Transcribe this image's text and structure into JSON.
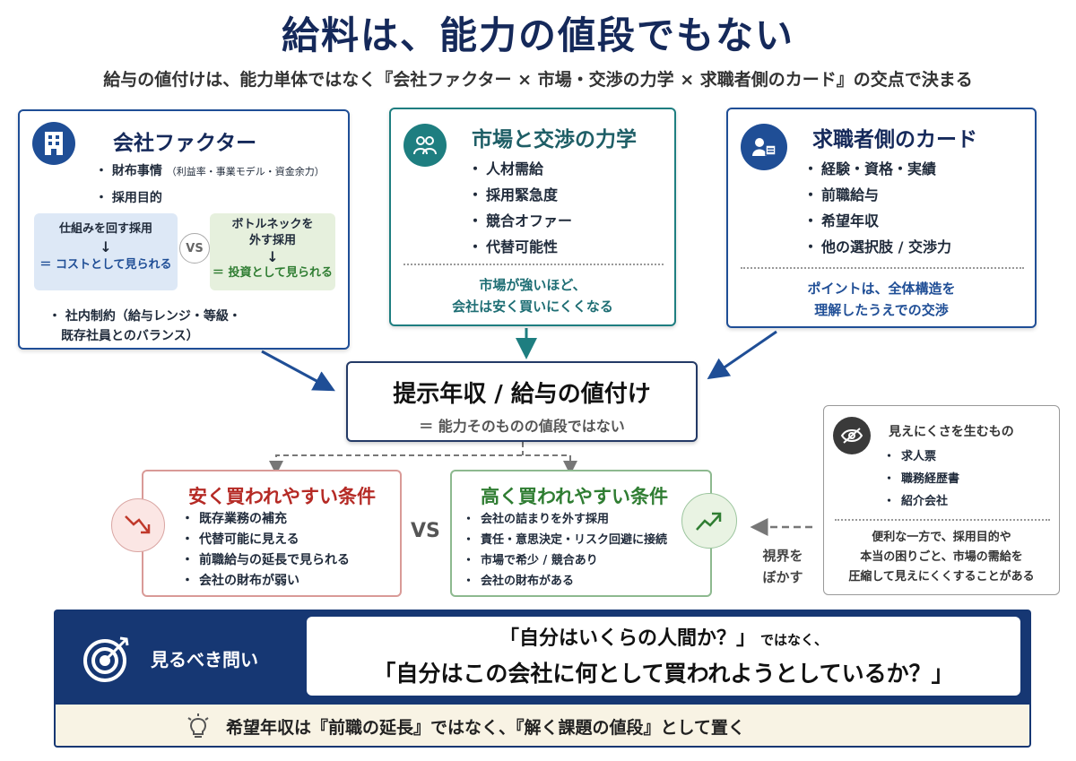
{
  "title": "給料は、能力の値段でもない",
  "subtitle": "給与の値付けは、能力単体ではなく『会社ファクター × 市場・交渉の力学 × 求職者側のカード』の交点で決まる",
  "company": {
    "heading": "会社ファクター",
    "item1": "財布事情",
    "item1_note": "（利益率・事業モデル・資金余力）",
    "item2": "採用目的",
    "left_box_title": "仕組みを回す採用",
    "left_box_result": "＝ コストとして見られる",
    "vs": "VS",
    "right_box_title_1": "ボトルネックを",
    "right_box_title_2": "外す採用",
    "right_box_result": "＝ 投資として見られる",
    "arrow": "↓",
    "constraint_1": "・ 社内制約（給与レンジ・等級・",
    "constraint_2": "既存社員とのバランス）"
  },
  "market": {
    "heading": "市場と交渉の力学",
    "items": [
      "人材需給",
      "採用緊急度",
      "競合オファー",
      "代替可能性"
    ],
    "note_1": "市場が強いほど、",
    "note_2": "会社は安く買いにくくなる"
  },
  "seeker": {
    "heading": "求職者側のカード",
    "items": [
      "経験・資格・実績",
      "前職給与",
      "希望年収",
      "他の選択肢 / 交渉力"
    ],
    "note_1": "ポイントは、全体構造を",
    "note_2": "理解したうえでの交渉"
  },
  "center": {
    "title": "提示年収 / 給与の値付け",
    "sub": "＝ 能力そのものの値段ではない"
  },
  "cheap": {
    "heading": "安く買われやすい条件",
    "items": [
      "既存業務の補充",
      "代替可能に見える",
      "前職給与の延長で見られる",
      "会社の財布が弱い"
    ]
  },
  "vs_mid": "VS",
  "expensive": {
    "heading": "高く買われやすい条件",
    "items": [
      "会社の詰まりを外す採用",
      "責任・意思決定・リスク回避に接続",
      "市場で希少 / 競合あり",
      "会社の財布がある"
    ]
  },
  "blur": {
    "label_1": "視界を",
    "label_2": "ぼかす"
  },
  "hidden": {
    "heading": "見えにくさを生むもの",
    "items": [
      "求人票",
      "職務経歴書",
      "紹介会社"
    ],
    "note_1": "便利な一方で、採用目的や",
    "note_2": "本当の困りごと、市場の需給を",
    "note_3": "圧縮して見えにくくすることがある"
  },
  "question": {
    "label": "見るべき問い",
    "line1_main": "「自分はいくらの人間か？」",
    "line1_tail": "ではなく、",
    "line2": "「自分はこの会社に何として買われようとしているか？」"
  },
  "footer": "希望年収は『前職の延長』ではなく、『解く課題の値段』として置く",
  "colors": {
    "navy": "#15295a",
    "blue": "#1f4e96",
    "teal": "#1e7e80",
    "red": "#b52a25",
    "green": "#2f7d32"
  },
  "icons": [
    "building-icon",
    "people-icon",
    "id-card-icon",
    "trend-down-icon",
    "trend-up-icon",
    "eye-slash-icon",
    "target-icon",
    "lightbulb-icon"
  ]
}
